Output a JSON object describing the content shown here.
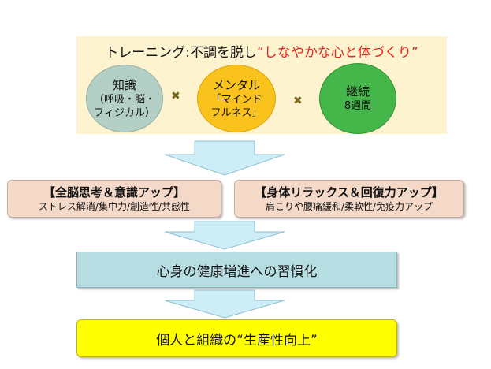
{
  "training": {
    "title_prefix": "トレーニング:不調を脱し",
    "title_accent": "“しなやかな心と体づくり”",
    "times_symbol": "✖",
    "circles": [
      {
        "main": "知識",
        "sub": "（呼吸・脳・\nフィジカル）",
        "color": "#b4d0c6"
      },
      {
        "main": "メンタル",
        "sub": "「マインド\nフルネス」",
        "color": "#fac21d"
      },
      {
        "main": "継続",
        "sub": "8週間",
        "color": "#45b649"
      }
    ]
  },
  "effects": {
    "left": {
      "heading": "【全脳思考＆意識アップ】",
      "sub": "ストレス解消/集中力/創造性/共感性"
    },
    "right": {
      "heading": "【身体リラックス＆回復力アップ】",
      "sub": "肩こりや腰痛緩和/柔軟性/免疫力アップ"
    }
  },
  "habit": {
    "label": "心身の健康増進への習慣化"
  },
  "result": {
    "label": "個人と組織の“生産性向上”"
  },
  "colors": {
    "panel": "#fdf3cf",
    "accent_red": "#e8251f",
    "arrow_fill": "#cdeef6",
    "effect_box": "#f4d9c9",
    "habit_box": "#b6dde2",
    "result_box": "#ffff00"
  }
}
